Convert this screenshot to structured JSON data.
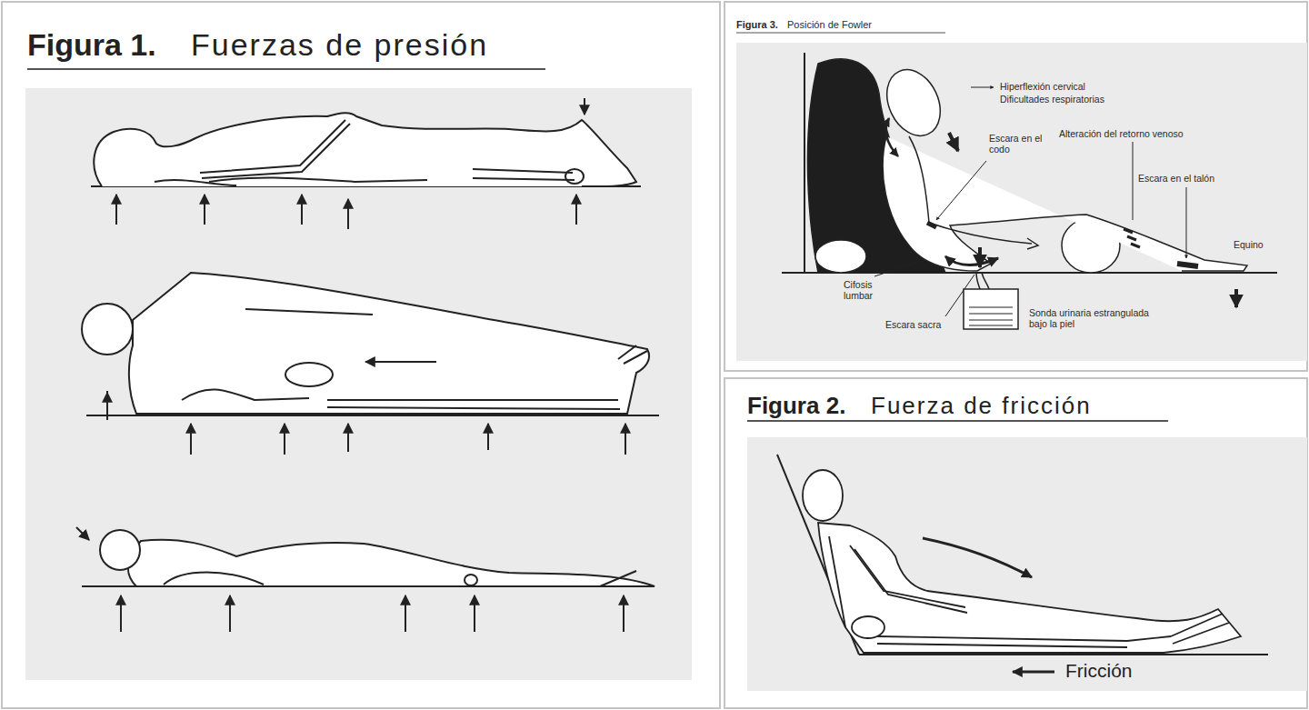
{
  "diagram": {
    "labels": [
      "Figura 1.",
      "Fuerzas de presión",
      "Figura 3.",
      "Posición de Fowler",
      "Hiperflexión cervical",
      "Dificultades respiratorias",
      "Escara en el codo",
      "Alteración del retorno venoso",
      "Escara en el talón",
      "Equino",
      "Cifosis lumbar",
      "Escara sacra",
      "Sonda urinaria estrangulada bajo la piel",
      "Figura 2.",
      "Fuerza de fricción",
      "Fricción"
    ]
  }
}
